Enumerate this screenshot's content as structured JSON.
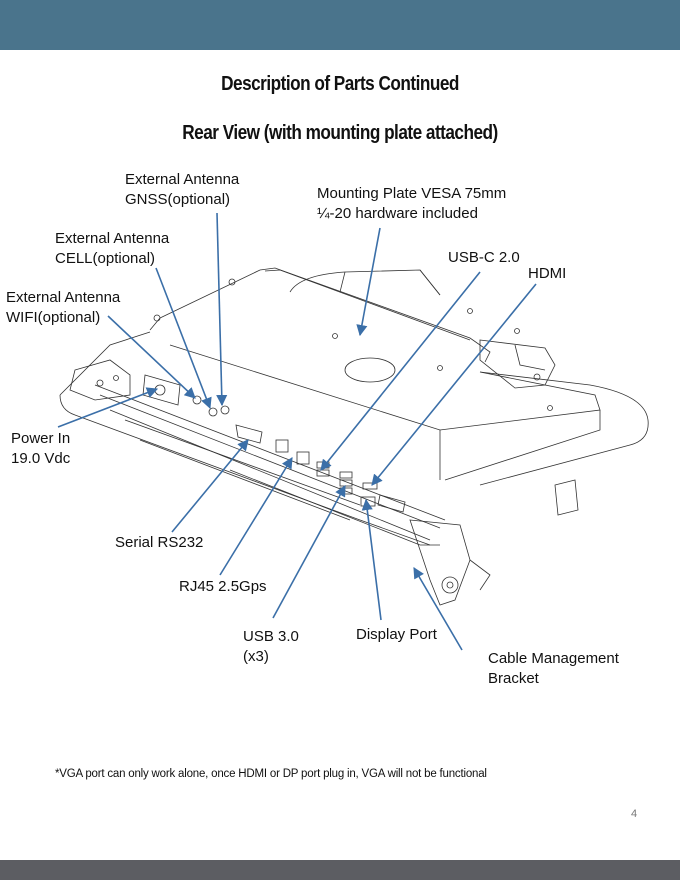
{
  "header": {
    "color": "#4a748c"
  },
  "footer": {
    "color": "#5c5d62"
  },
  "title": "Description of Parts Continued",
  "subtitle": "Rear View (with mounting plate attached)",
  "callouts": {
    "gnss": {
      "line1": "External Antenna",
      "line2": "GNSS(optional)"
    },
    "cell": {
      "line1": "External Antenna",
      "line2": "CELL(optional)"
    },
    "wifi": {
      "line1": "External Antenna",
      "line2": "WIFI(optional)"
    },
    "mounting_plate": {
      "line1": "Mounting Plate VESA 75mm",
      "line2": "¼-20 hardware included"
    },
    "usb_c": {
      "line1": "USB-C 2.0"
    },
    "hdmi": {
      "line1": "HDMI"
    },
    "power": {
      "line1": "Power In",
      "line2": "19.0 Vdc"
    },
    "serial": {
      "line1": "Serial RS232"
    },
    "rj45": {
      "line1": "RJ45 2.5Gps"
    },
    "usb3": {
      "line1": "USB 3.0",
      "line2": "(x3)"
    },
    "display_port": {
      "line1": "Display Port"
    },
    "cable_bracket": {
      "line1": "Cable Management",
      "line2": "Bracket"
    }
  },
  "callout_color": "#3b6fa8",
  "footnote": "*VGA port can only work alone, once HDMI or DP port plug in, VGA will not be functional",
  "page_number": "4"
}
